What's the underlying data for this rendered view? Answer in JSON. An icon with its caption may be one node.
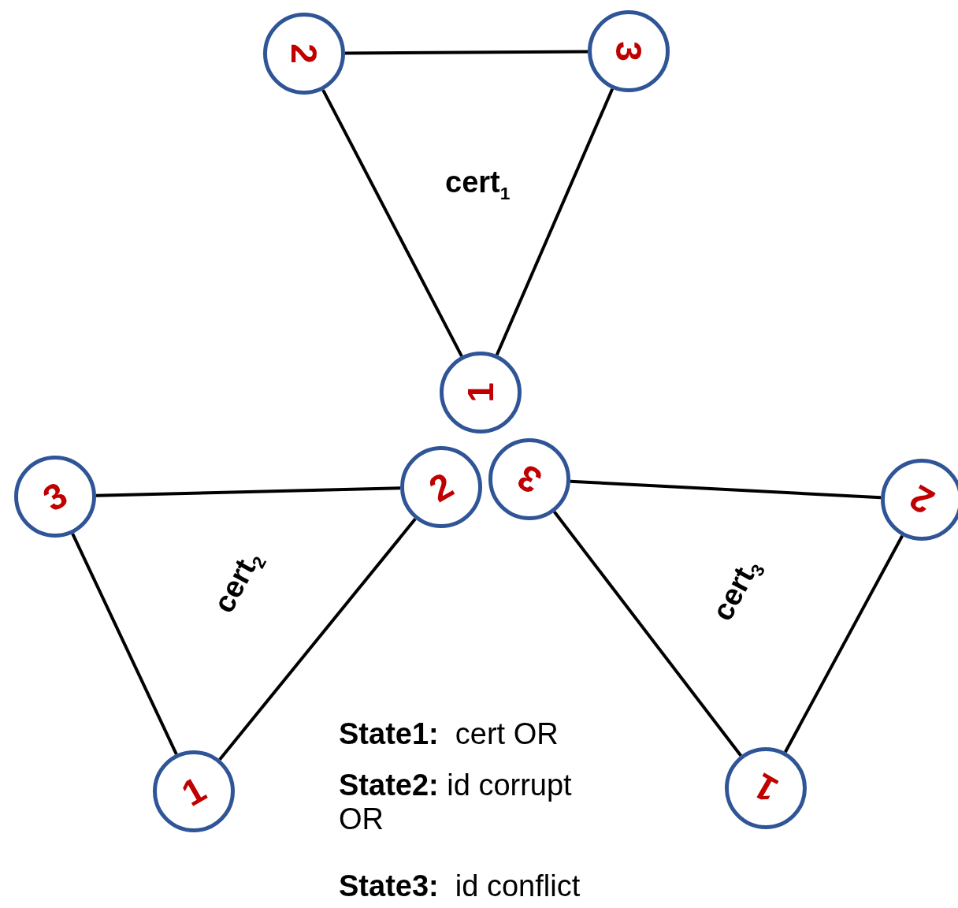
{
  "diagram": {
    "nodes": [
      {
        "text": [
          "2"
        ]
      },
      {
        "text": [
          "3"
        ]
      },
      {
        "text": [
          "1"
        ]
      },
      {
        "text": [
          "2"
        ]
      },
      {
        "text": [
          "3"
        ]
      },
      {
        "text": [
          "3"
        ]
      },
      {
        "text": [
          "2"
        ]
      },
      {
        "text": [
          "1"
        ]
      },
      {
        "text": [
          "1"
        ]
      }
    ],
    "edges": [
      {
        "from": 0,
        "to": 1,
        "arrow": "none"
      },
      {
        "from": 0,
        "to": 2,
        "arrow": "none"
      },
      {
        "from": 1,
        "to": 2,
        "arrow": "none"
      },
      {
        "from": 5,
        "to": 3,
        "arrow": "none"
      },
      {
        "from": 5,
        "to": 7,
        "arrow": "none"
      },
      {
        "from": 3,
        "to": 7,
        "arrow": "none"
      },
      {
        "from": 4,
        "to": 6,
        "arrow": "none"
      },
      {
        "from": 4,
        "to": 8,
        "arrow": "none"
      },
      {
        "from": 6,
        "to": 8,
        "arrow": "none"
      }
    ],
    "labels": [
      "cert$_{1}$",
      "cert$_{2}$",
      "cert$_{3}$",
      "**State1:**  cert OR",
      "**State2:** id corrupt OR",
      "**State3:**  id conflict"
    ]
  }
}
